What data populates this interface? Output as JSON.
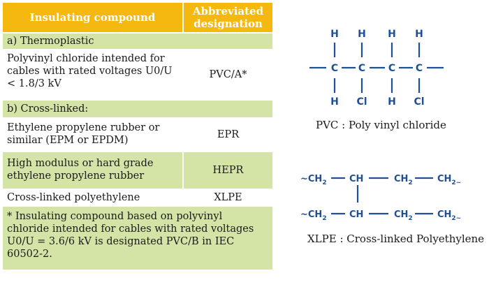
{
  "table": {
    "header": {
      "compound": "Insulating compound",
      "abbrev_line1": "Abbreviated",
      "abbrev_line2": "designation"
    },
    "section_a": "a) Thermoplastic",
    "rows_a": [
      {
        "name_lines": [
          "Polyvinyl chloride intended for",
          "cables with rated voltages U0/U",
          "< 1.8/3 kV"
        ],
        "abbrev": "PVC/A*"
      }
    ],
    "section_b": "b) Cross-linked:",
    "rows_b": [
      {
        "name_lines": [
          "Ethylene propylene rubber or",
          "similar (EPM or EPDM)"
        ],
        "abbrev": "EPR"
      },
      {
        "name_lines": [
          "High modulus or hard grade",
          "ethylene propylene rubber"
        ],
        "abbrev": "HEPR"
      },
      {
        "name_lines": [
          "Cross-linked polyethylene"
        ],
        "abbrev": "XLPE"
      }
    ],
    "footnote_lines": [
      "* Insulating compound based on polyvinyl",
      "chloride intended for cables with rated voltages",
      "U0/U = 3.6/6 kV is designated PVC/B in IEC",
      "60502-2."
    ]
  },
  "pvc": {
    "top_atoms": [
      "H",
      "H",
      "H",
      "H"
    ],
    "chain_atoms": [
      "C",
      "C",
      "C",
      "C"
    ],
    "bottom_atoms": [
      "H",
      "Cl",
      "H",
      "Cl"
    ],
    "caption": "PVC : Poly vinyl chloride"
  },
  "xlpe": {
    "row1": [
      "~CH",
      "CH",
      "CH",
      "CH"
    ],
    "row1_suffix": [
      "2",
      "",
      "2",
      "2~"
    ],
    "row2": [
      "~CH",
      "CH",
      "CH",
      "CH"
    ],
    "row2_suffix": [
      "2",
      "",
      "2",
      "2~"
    ],
    "caption": "XLPE : Cross-linked Polyethylene"
  },
  "colors": {
    "header": "#f5b80f",
    "green": "#d4e4a6",
    "formula": "#1f4f94"
  }
}
